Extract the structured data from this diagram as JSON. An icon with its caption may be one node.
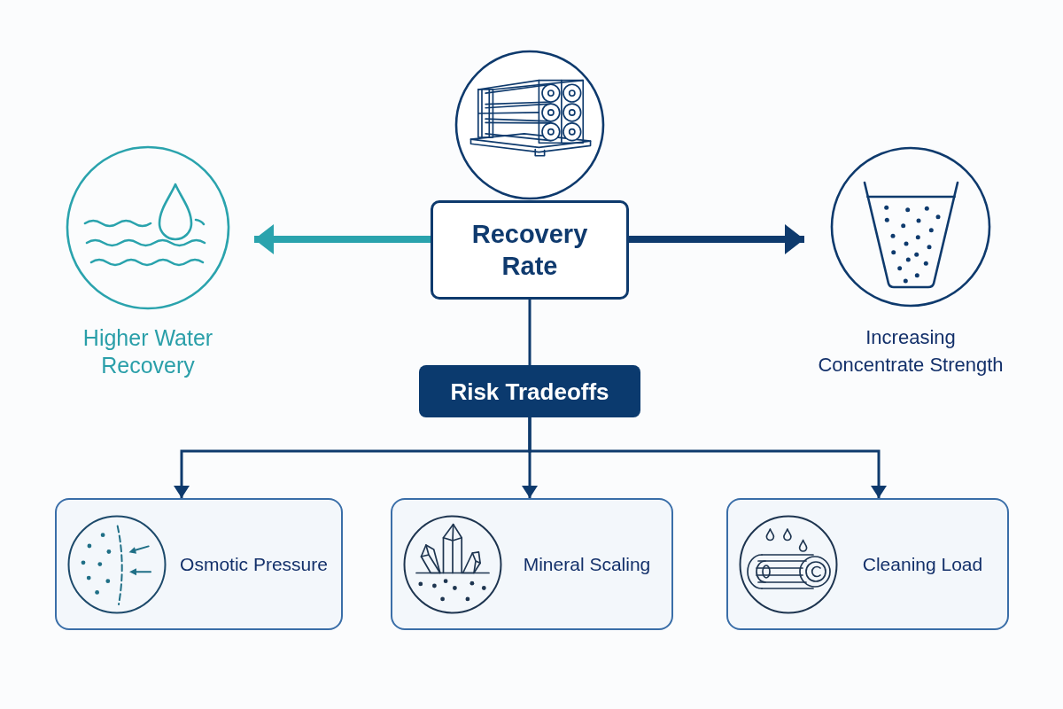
{
  "diagram": {
    "nodes": [
      {
        "text": [],
        "shape": "circle"
      },
      {
        "text": [
          "Higher Water Recovery"
        ]
      },
      {
        "text": [
          "Recovery Rate"
        ]
      },
      {
        "text": [
          "Increasing Concentrate Strength"
        ]
      },
      {
        "text": [
          "Risk Tradeoffs"
        ]
      },
      {
        "text": [
          "Osmotic Pressure"
        ]
      },
      {
        "text": [
          "Mineral Scaling"
        ]
      },
      {
        "text": [
          "Cleaning Load"
        ]
      }
    ],
    "edges": [
      {
        "from": 2,
        "to": 1,
        "arrow": "to",
        "style": "thick",
        "color": "#2aa3ad"
      },
      {
        "from": 2,
        "to": 3,
        "arrow": "to",
        "style": "thick"
      },
      {
        "from": 2,
        "to": 4,
        "arrow": "none"
      },
      {
        "from": 4,
        "to": 5,
        "arrow": "to"
      },
      {
        "from": 4,
        "to": 6,
        "arrow": "to"
      },
      {
        "from": 4,
        "to": 7,
        "arrow": "to"
      }
    ]
  }
}
